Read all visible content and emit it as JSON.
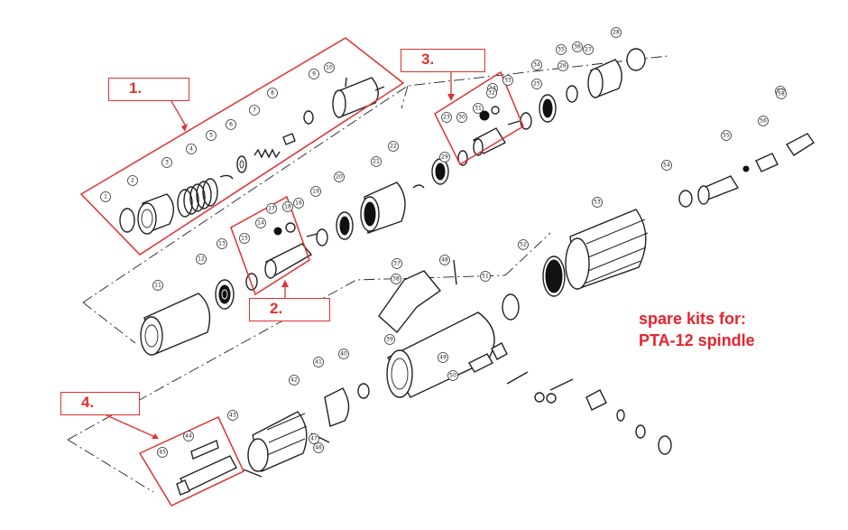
{
  "kit_labels": [
    "1.",
    "2.",
    "3.",
    "4."
  ],
  "note": {
    "line1": "spare kits for:",
    "line2": "PTA-12 spindle"
  },
  "colors": {
    "kit_red": "#e23030",
    "note_red": "#e8232c",
    "line": "#222222"
  },
  "part_numbers": [
    "1",
    "2",
    "3",
    "4",
    "5",
    "6",
    "7",
    "8",
    "9",
    "10",
    "11",
    "12",
    "13",
    "14",
    "15",
    "16",
    "17",
    "18",
    "19",
    "20",
    "21",
    "22",
    "23",
    "24",
    "25",
    "26",
    "27",
    "28",
    "29",
    "30",
    "31",
    "32",
    "33",
    "34",
    "35",
    "36",
    "37",
    "38",
    "39",
    "40",
    "41",
    "42",
    "43",
    "44",
    "45",
    "46",
    "47",
    "48",
    "49",
    "50",
    "51",
    "52",
    "53",
    "54",
    "55",
    "56",
    "57",
    "58"
  ]
}
